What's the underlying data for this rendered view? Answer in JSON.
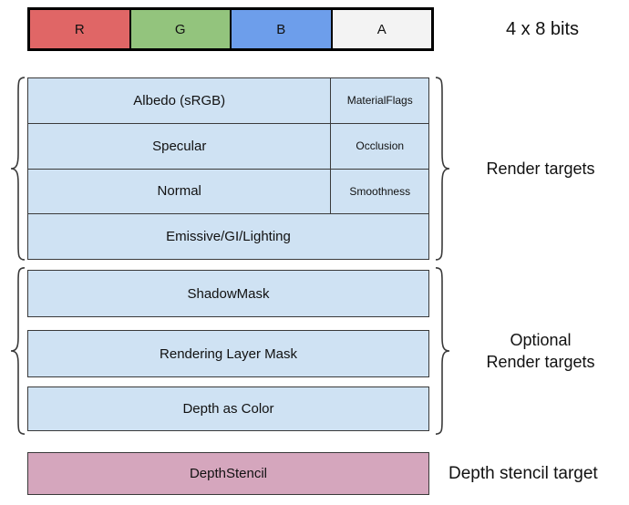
{
  "rgba_bar": {
    "cells": [
      "R",
      "G",
      "B",
      "A"
    ],
    "bits_label": "4 x 8 bits"
  },
  "render_targets": {
    "label": "Render targets",
    "rows": [
      {
        "main": "Albedo (sRGB)",
        "side": "MaterialFlags"
      },
      {
        "main": "Specular",
        "side": "Occlusion"
      },
      {
        "main": "Normal",
        "side": "Smoothness"
      },
      {
        "main": "Emissive/GI/Lighting"
      }
    ]
  },
  "optional_render_targets": {
    "label_line1": "Optional",
    "label_line2": "Render targets",
    "boxes": [
      "ShadowMask",
      "Rendering Layer Mask",
      "Depth as Color"
    ]
  },
  "depth_stencil": {
    "box_label": "DepthStencil",
    "label": "Depth stencil target"
  },
  "colors": {
    "red": "#e06666",
    "green": "#93c47d",
    "blue": "#6d9eeb",
    "alpha": "#f3f3f3",
    "lightblue": "#cfe2f3",
    "pink": "#d5a6bd",
    "border": "#3a3a3a"
  }
}
